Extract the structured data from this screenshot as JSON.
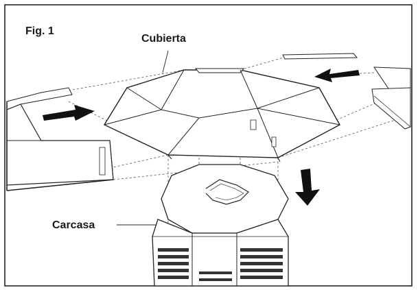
{
  "figure": {
    "label": "Fig. 1",
    "parts": {
      "cover": "Cubierta",
      "housing": "Carcasa"
    }
  }
}
